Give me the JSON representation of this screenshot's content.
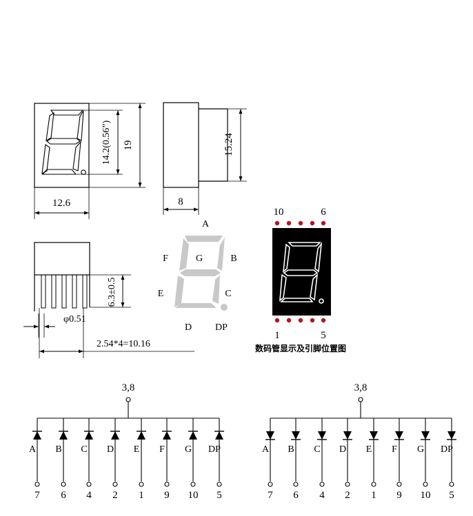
{
  "front_view": {
    "width_label": "12.6",
    "height_label": "19",
    "digit_height_label": "14.2(0.56”)"
  },
  "side_view": {
    "depth_label": "8",
    "pin_length_label": "15.24"
  },
  "bottom_view": {
    "pin_height_label": "6.3±0.5",
    "pin_diameter_label": "φ0.51",
    "pitch_label": "2.54*4=10.16"
  },
  "segment_map": {
    "labels": {
      "a": "A",
      "b": "B",
      "c": "C",
      "d": "D",
      "e": "E",
      "f": "F",
      "g": "G",
      "dp": "DP"
    },
    "segment_color": "#c8c8c8"
  },
  "display": {
    "pin_top_left": "10",
    "pin_top_right": "6",
    "pin_bottom_left": "1",
    "pin_bottom_right": "5",
    "caption": "数码管显示及引脚位置图",
    "pin_dot_color": "#b4141e",
    "body_color": "#000000"
  },
  "circuits": [
    {
      "common_label": "3,8",
      "segments": [
        "A",
        "B",
        "C",
        "D",
        "E",
        "F",
        "G",
        "DP"
      ],
      "pins": [
        "7",
        "6",
        "4",
        "2",
        "1",
        "9",
        "10",
        "5"
      ],
      "diode_direction": "up"
    },
    {
      "common_label": "3,8",
      "segments": [
        "A",
        "B",
        "C",
        "D",
        "E",
        "F",
        "G",
        "DP"
      ],
      "pins": [
        "7",
        "6",
        "4",
        "2",
        "1",
        "9",
        "10",
        "5"
      ],
      "diode_direction": "down"
    }
  ]
}
